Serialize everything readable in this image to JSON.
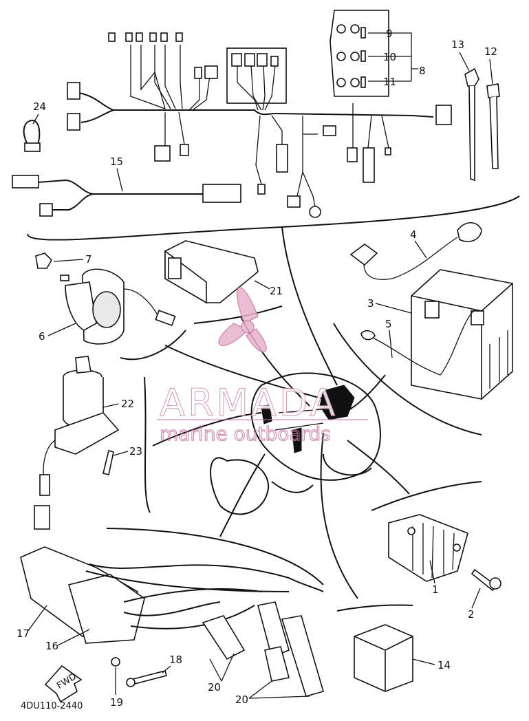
{
  "diagram": {
    "code": "4DU110-2440",
    "fwd_label": "FWD",
    "callouts": [
      "1",
      "2",
      "3",
      "4",
      "5",
      "6",
      "7",
      "8",
      "9",
      "10",
      "11",
      "12",
      "13",
      "14",
      "15",
      "16",
      "17",
      "18",
      "19",
      "20",
      "20",
      "21",
      "22",
      "23",
      "24"
    ]
  },
  "watermark": {
    "brand": "ARMADA",
    "tagline": "marine outboards",
    "color": "#c77aa3"
  }
}
